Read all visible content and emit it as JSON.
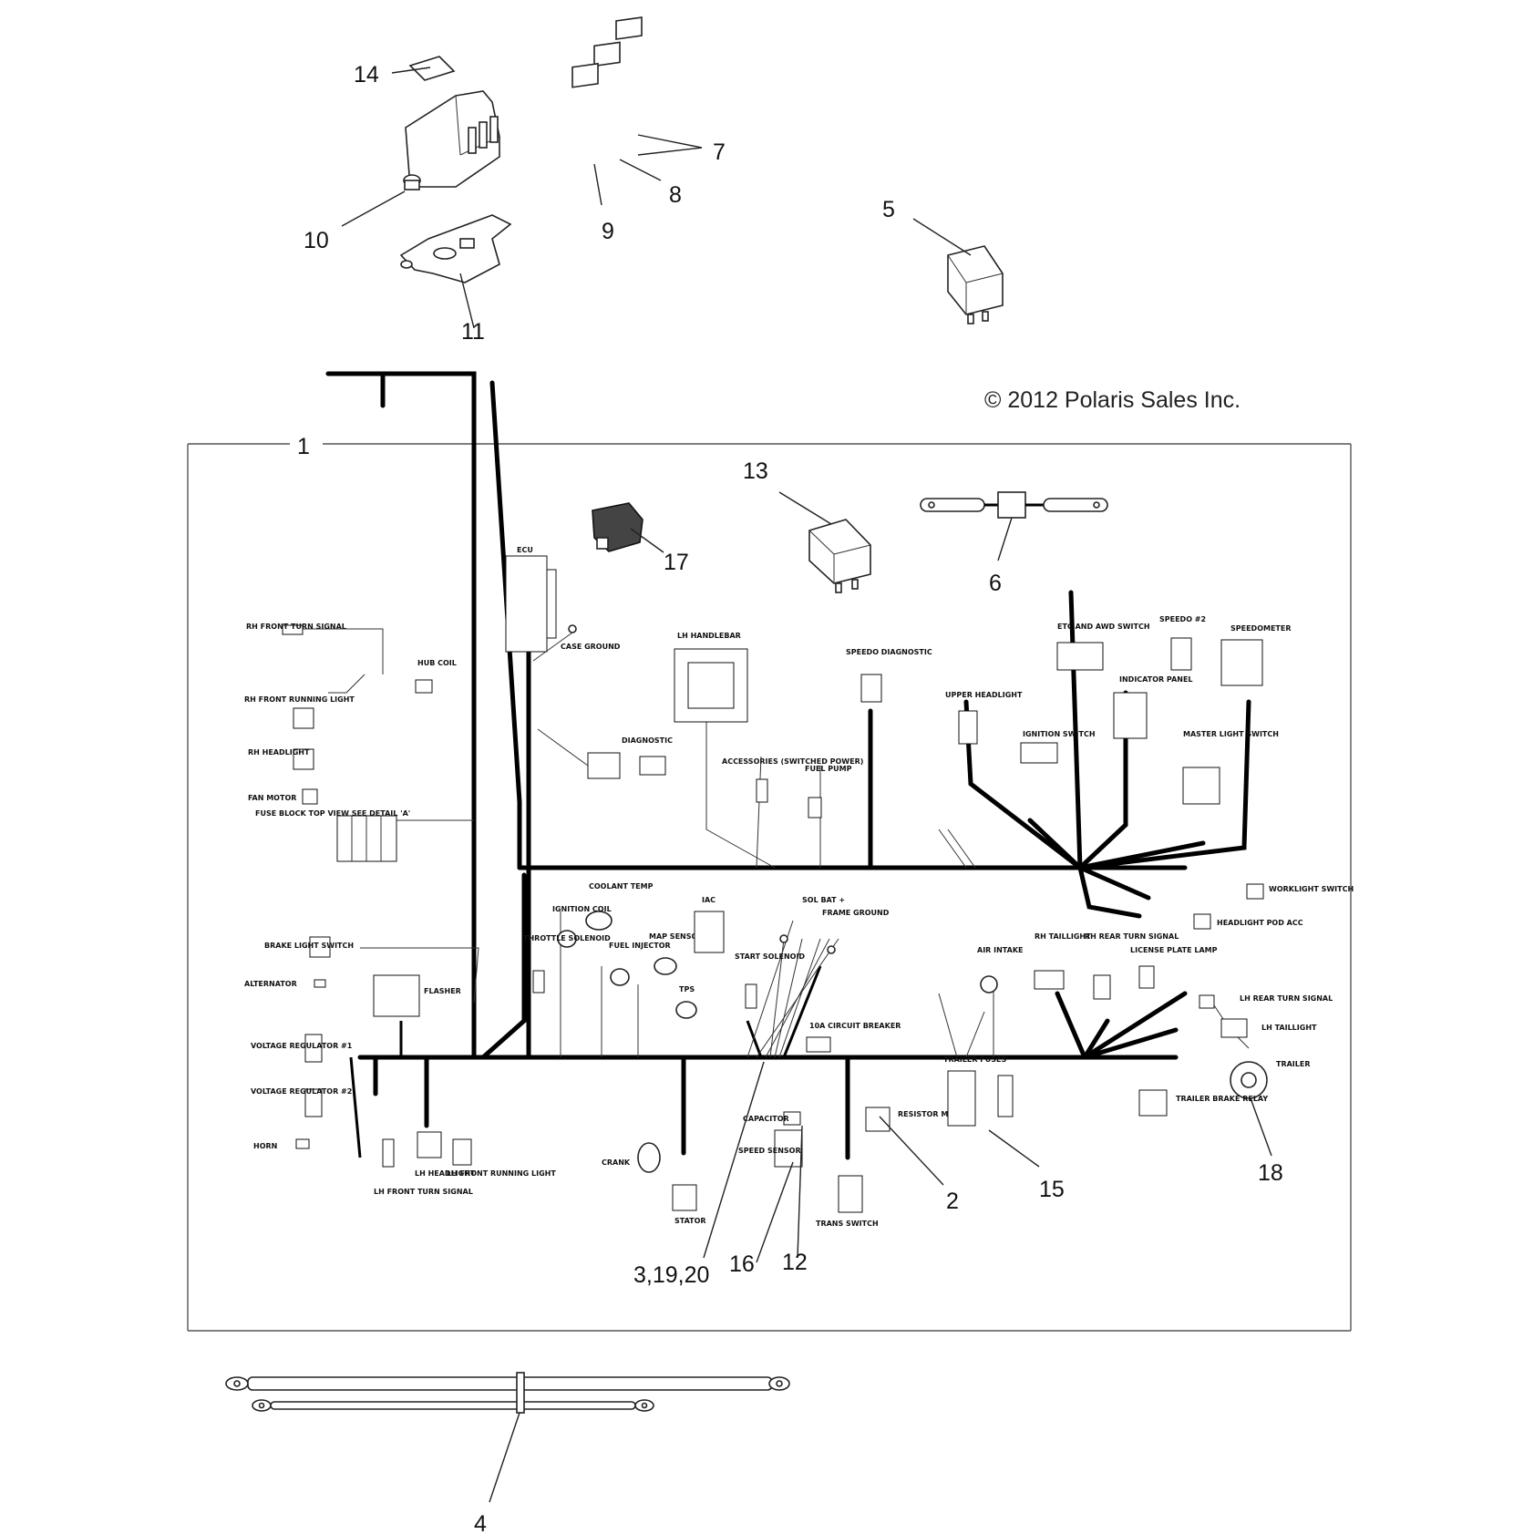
{
  "copyright": "© 2012 Polaris Sales Inc.",
  "callouts": {
    "c1": "1",
    "c2": "2",
    "c3": "3,19,20",
    "c4": "4",
    "c5": "5",
    "c6": "6",
    "c7": "7",
    "c8": "8",
    "c9": "9",
    "c10": "10",
    "c11": "11",
    "c12": "12",
    "c13": "13",
    "c14": "14",
    "c15": "15",
    "c16": "16",
    "c17": "17",
    "c18": "18"
  },
  "labels": {
    "ecu": "ECU",
    "case_ground": "CASE GROUND",
    "diagnostic": "DIAGNOSTIC",
    "lh_handlebar": "LH HANDLEBAR",
    "accessories": "ACCESSORIES (SWITCHED POWER)",
    "fuel_pump": "FUEL PUMP",
    "speedo_diagnostic": "SPEEDO DIAGNOSTIC",
    "upper_headlight": "UPPER HEADLIGHT",
    "ignition_switch": "IGNITION SWITCH",
    "etc_awd_switch": "ETC AND AWD SWITCH",
    "indicator_panel": "INDICATOR PANEL",
    "speedo_2": "SPEEDO #2",
    "speedometer": "SPEEDOMETER",
    "master_light_switch": "MASTER LIGHT SWITCH",
    "rh_front_turn_signal": "RH FRONT TURN SIGNAL",
    "hub_coil": "HUB COIL",
    "rh_front_running_light": "RH FRONT RUNNING LIGHT",
    "rh_headlight": "RH HEADLIGHT",
    "fan_motor": "FAN MOTOR",
    "fuse_block": "FUSE BLOCK TOP VIEW SEE DETAIL 'A'",
    "brake_light_switch": "BRAKE LIGHT SWITCH",
    "alternator": "ALTERNATOR",
    "flasher": "FLASHER",
    "voltage_regulator_1": "VOLTAGE REGULATOR #1",
    "voltage_regulator_2": "VOLTAGE REGULATOR #2",
    "horn": "HORN",
    "lh_front_turn_signal": "LH FRONT TURN SIGNAL",
    "lh_headlight": "LH HEADLIGHT",
    "lh_front_running_light": "LH FRONT RUNNING LIGHT",
    "coolant_temp": "COOLANT TEMP",
    "ignition_coil": "IGNITION COIL",
    "throttle_solenoid": "THROTTLE SOLENOID",
    "fuel_injector": "FUEL INJECTOR",
    "map_sensor": "MAP SENSOR",
    "iac": "IAC",
    "tps": "TPS",
    "start_solenoid": "START SOLENOID",
    "sol_bat": "SOL BAT +",
    "frame_ground": "FRAME GROUND",
    "air_intake": "AIR INTAKE",
    "rh_taillight": "RH TAILLIGHT",
    "rh_rear_turn_signal": "RH REAR TURN SIGNAL",
    "license_plate_lamp": "LICENSE PLATE LAMP",
    "lh_rear_turn_signal": "LH REAR TURN SIGNAL",
    "lh_taillight": "LH TAILLIGHT",
    "trailer": "TRAILER",
    "trailer_brake_relay": "TRAILER BRAKE RELAY",
    "trailer_fuses": "TRAILER FUSES",
    "resistor_module": "RESISTOR MODULE",
    "circuit_breaker": "10A CIRCUIT BREAKER",
    "capacitor": "CAPACITOR",
    "speed_sensor": "SPEED SENSOR",
    "crank": "CRANK",
    "stator": "STATOR",
    "trans_switch": "TRANS SWITCH",
    "worklight_switch": "WORKLIGHT SWITCH",
    "headlight_pod_acc": "HEADLIGHT POD ACC"
  }
}
